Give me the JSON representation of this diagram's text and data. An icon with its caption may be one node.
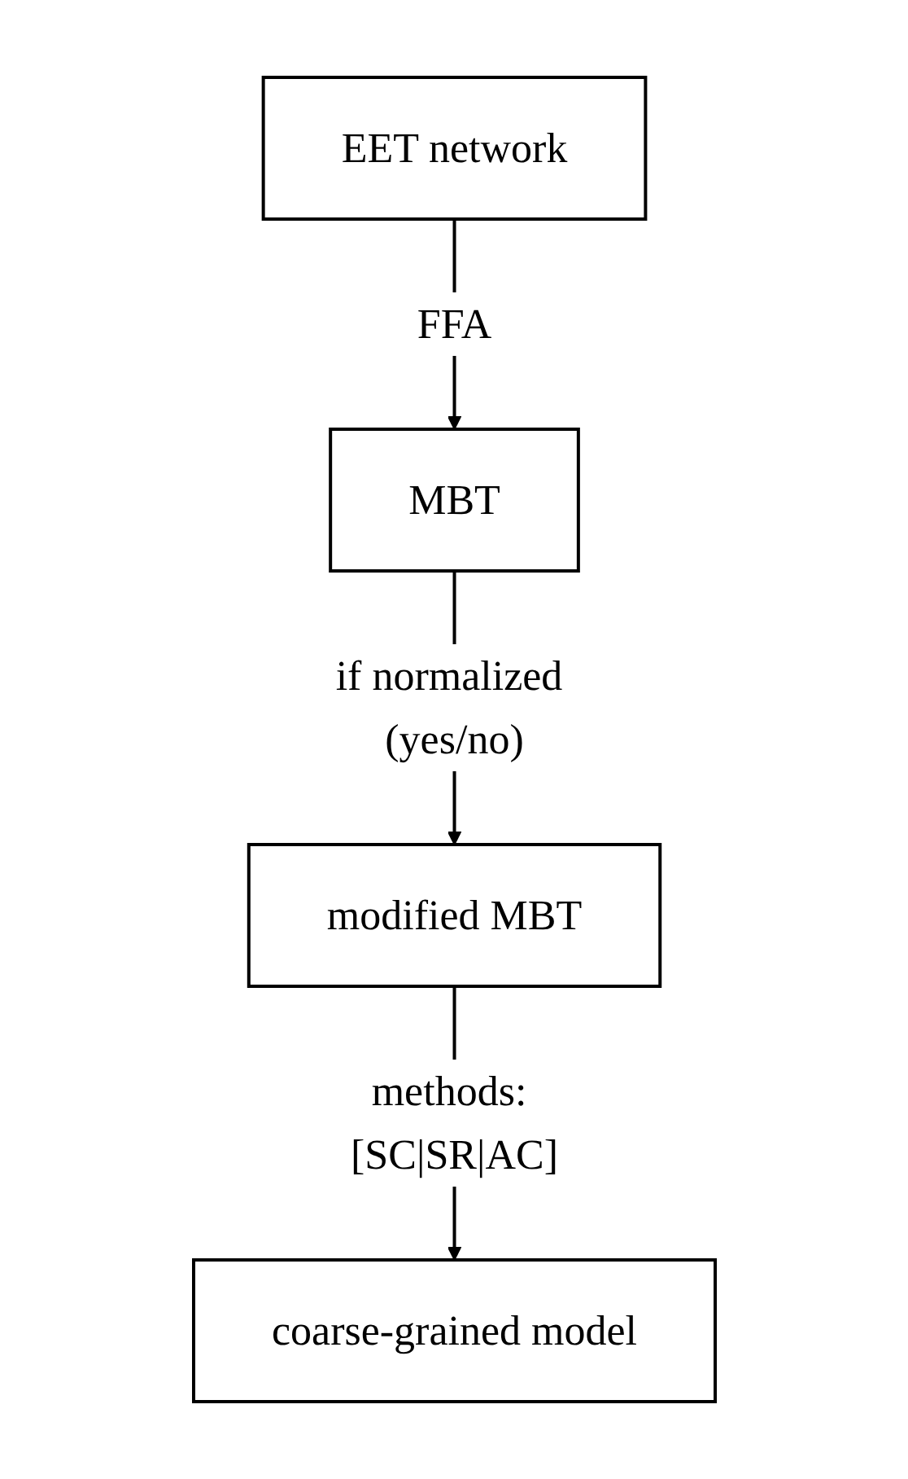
{
  "diagram": {
    "nodes": [
      {
        "text": [
          "EET network"
        ]
      },
      {
        "text": [
          "MBT"
        ]
      },
      {
        "text": [
          "modified MBT"
        ]
      },
      {
        "text": [
          "coarse-grained model"
        ]
      }
    ],
    "edges": [
      {
        "from": 0,
        "to": 1,
        "arrow": "to",
        "label": "FFA"
      },
      {
        "from": 1,
        "to": 2,
        "arrow": "to",
        "label": "if normalized (yes/no)"
      },
      {
        "from": 2,
        "to": 3,
        "arrow": "to",
        "label": "methods: [SC|SR|AC]"
      }
    ]
  }
}
